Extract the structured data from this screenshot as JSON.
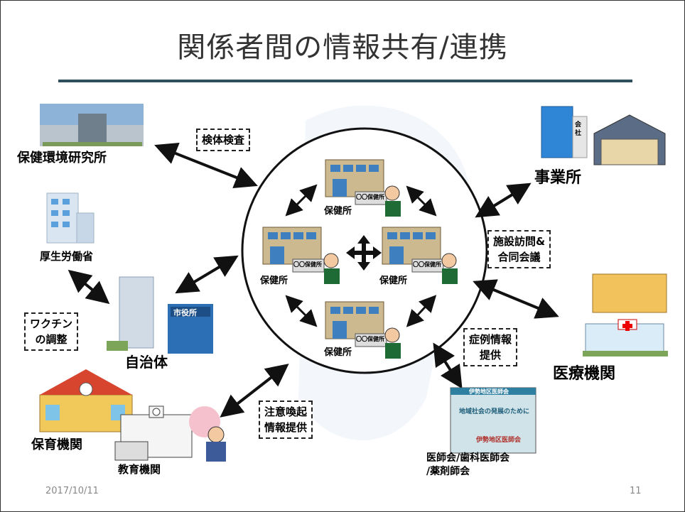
{
  "title": "関係者間の情報共有/連携",
  "date": "2017/10/11",
  "page_number": "11",
  "nodes": {
    "lab": "保健環境研究所",
    "ministry": "厚生労働省",
    "municipality": "自治体",
    "nursery": "保育機関",
    "education": "教育機関",
    "business": "事業所",
    "medical": "医療機関",
    "doctors_line1": "医師会/歯科医師会",
    "doctors_line2": "/薬剤師会",
    "health_center": "保健所",
    "city_hall_sign": "市役所",
    "company_sign": "会社",
    "nameplate": "〇〇保健所"
  },
  "tags": {
    "specimen": "検体検査",
    "vaccine_line1": "ワクチン",
    "vaccine_line2": "の調整",
    "visit_line1": "施設訪問&",
    "visit_line2": "合同会議",
    "case_line1": "症例情報",
    "case_line2": "提供",
    "alert_line1": "注意喚起",
    "alert_line2": "情報提供"
  },
  "poster": {
    "header": "伊勢地区医師会",
    "headline": "地域社会の発展のために",
    "footer": "伊勢地区医師会"
  }
}
